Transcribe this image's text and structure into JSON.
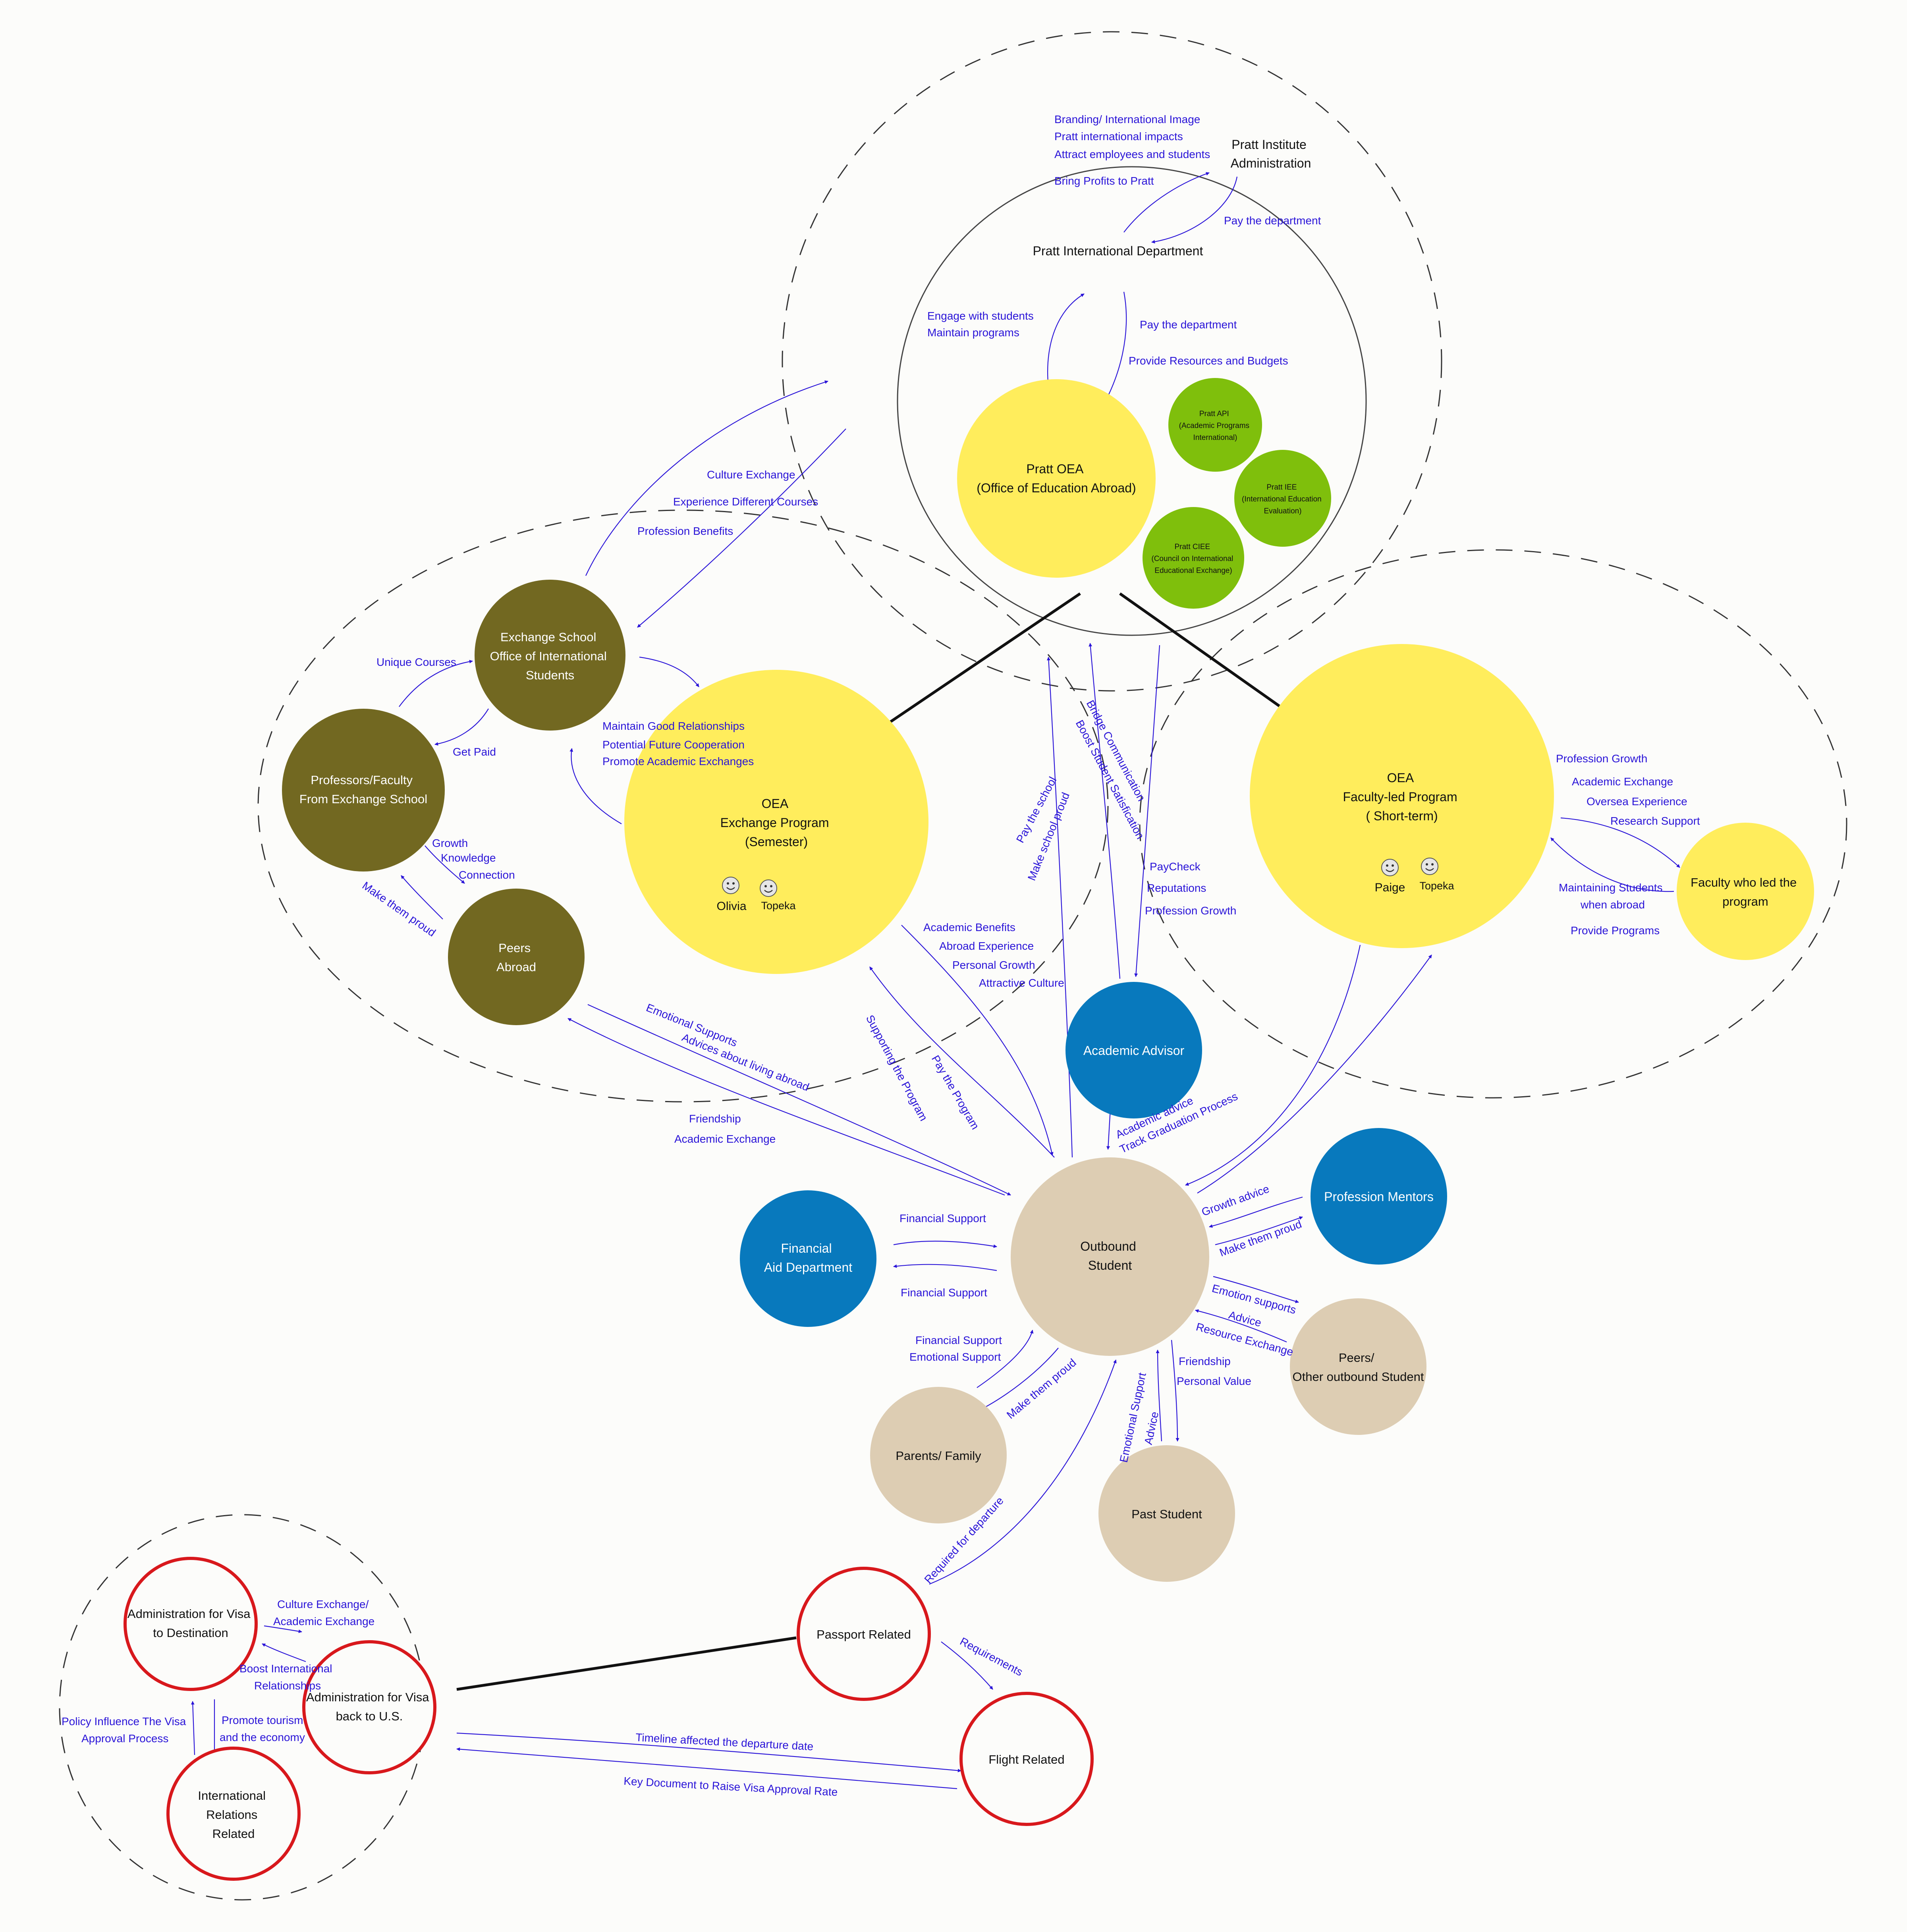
{
  "nodes": {
    "pratt_admin": [
      "Pratt Institute",
      "Administration"
    ],
    "pratt_intl": [
      "Pratt International Department"
    ],
    "pratt_oea": [
      "Pratt OEA",
      "(Office of Education Abroad)"
    ],
    "api": [
      "Pratt API",
      "(Academic Programs",
      "International)"
    ],
    "iee": [
      "Pratt IEE",
      "(International Education",
      "Evaluation)"
    ],
    "ciee": [
      "Pratt CIEE",
      "(Council on International",
      "Educational Exchange)"
    ],
    "exchange_school": [
      "Exchange School",
      "Office of International",
      "Students"
    ],
    "professors": [
      "Professors/Faculty",
      "From  Exchange School"
    ],
    "peers_abroad": [
      "Peers",
      "Abroad"
    ],
    "oea_exchange": [
      "OEA",
      "Exchange Program",
      "(Semester)"
    ],
    "oea_faculty": [
      "OEA",
      "Faculty-led Program",
      "( Short-term)"
    ],
    "faculty_led": [
      "Faculty who led the",
      "program"
    ],
    "academic_advisor": [
      "Academic Advisor"
    ],
    "outbound": [
      "Outbound",
      "Student"
    ],
    "financial_aid": [
      "Financial",
      "Aid Department"
    ],
    "profession_mentors": [
      "Profession Mentors"
    ],
    "peers_outbound": [
      "Peers/",
      "Other outbound Student"
    ],
    "parents": [
      "Parents/ Family"
    ],
    "past_student": [
      "Past Student"
    ],
    "passport": [
      "Passport Related"
    ],
    "flight": [
      "Flight Related"
    ],
    "visa_dest": [
      "Administration for Visa",
      "to Destination"
    ],
    "visa_back": [
      "Administration for Visa",
      "back to U.S."
    ],
    "intl_rel": [
      "International",
      "Relations",
      "Related"
    ]
  },
  "personas": {
    "olivia": "Olivia",
    "topeka_1": "Topeka",
    "paige": "Paige",
    "topeka_2": "Topeka"
  },
  "labels": {
    "admin_1": "Branding/ International Image",
    "admin_2": "Pratt international impacts",
    "admin_3": "Attract employees and students",
    "admin_4": "Bring Profits to Pratt",
    "admin_5": "Pay the department",
    "intl_1": "Engage with students",
    "intl_2": "Maintain programs",
    "intl_3": "Pay the department",
    "intl_4": "Provide Resources and Budgets",
    "ex_1": "Culture Exchange",
    "ex_2": "Experience Different Courses",
    "ex_3": "Profession Benefits",
    "prof_1": "Unique Courses",
    "prof_2": "Get Paid",
    "oea_1": "Maintain Good Relationships",
    "oea_2": "Potential Future Cooperation",
    "oea_3": "Promote Academic Exchanges",
    "peer_1": "Growth",
    "peer_2": "Knowledge",
    "peer_3": "Connection",
    "peer_4": "Make them proud",
    "fac_1": "Profession Growth",
    "fac_2": "Academic Exchange",
    "fac_3": "Oversea Experience",
    "fac_4": "Research Support",
    "fac_5": "Maintaining Students",
    "fac_6": "when abroad",
    "fac_7": "Provide Programs",
    "out_1": "Emotional Supports",
    "out_2": "Advices about living abroad",
    "out_3": "Friendship",
    "out_4": "Academic Exchange",
    "out_5": "Supporting the Program",
    "out_6": "Pay the Program",
    "out_7": "Academic Benefits",
    "out_8": "Abroad Experience",
    "out_9": "Personal Growth",
    "out_10": "Attractive Culture",
    "out_11": "Pay the school",
    "out_12": "Make school proud",
    "out_13": "Bridge Communication",
    "out_14": "Boost Student Satisfication",
    "adv_1": "PayCheck",
    "adv_2": "Reputations",
    "adv_3": "Profession Growth",
    "adv_4": "Academic advice",
    "adv_5": "Track Graduation Process",
    "fin_1": "Financial Support",
    "fin_2": "Financial Support",
    "men_1": "Growth advice",
    "men_2": "Make them proud",
    "po_1": "Emotion supports",
    "po_2": "Advice",
    "po_3": "Resource Exchange",
    "par_1": "Financial Support",
    "par_2": "Emotional Support",
    "par_3": "Make them proud",
    "past_1": "Friendship",
    "past_2": "Personal Value",
    "past_3": "Emotional Support",
    "past_4": "Advice",
    "pass_1": "Required for departure",
    "pass_2": "Requirements",
    "vis_1": "Culture Exchange/",
    "vis_2": "Academic Exchange",
    "vis_3": "Boost International",
    "vis_4": "Relationships",
    "vis_5": "Promote tourism",
    "vis_6": "and the economy",
    "vis_7": "Policy Influence The Visa",
    "vis_8": "Approval Process",
    "fl_1": "Timeline affected the departure date",
    "fl_2": "Key Document to Raise Visa Approval Rate"
  },
  "colors": {
    "yellow": "#ffed5c",
    "olive": "#726821",
    "green": "#7fbf0c",
    "blue": "#0879bd",
    "tan": "#ddcdb3",
    "red": "#d8181c",
    "label": "#2a14d8"
  },
  "icons": [
    "smiley-icon"
  ]
}
